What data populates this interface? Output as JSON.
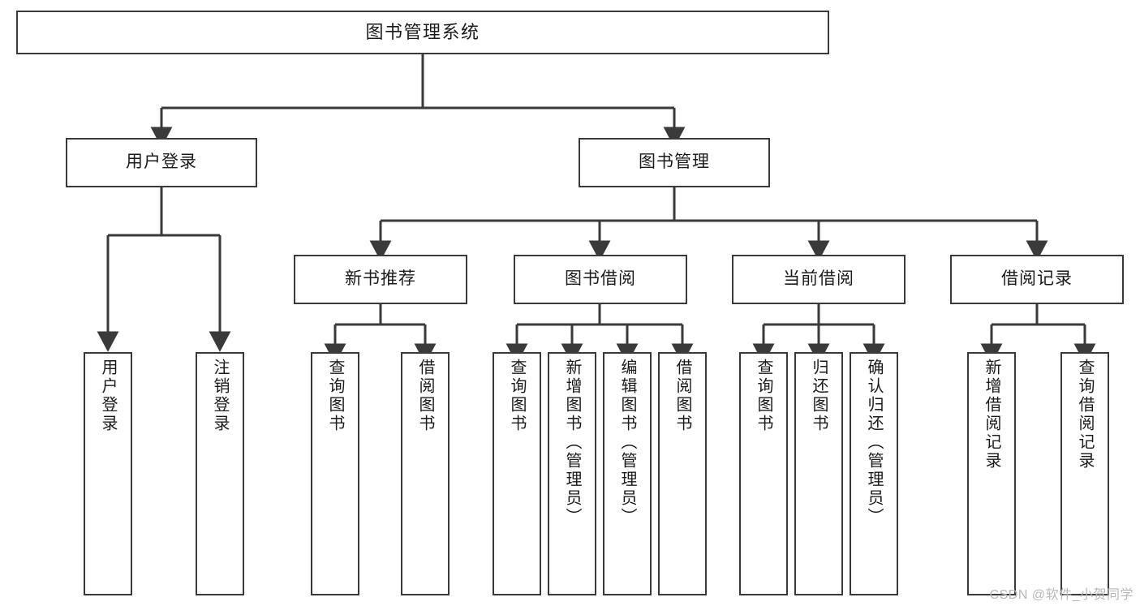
{
  "diagram": {
    "type": "tree",
    "title": "图书管理系统",
    "style": {
      "box_border_color": "#3a3a3a",
      "box_fill_color": "#ffffff",
      "connector_color": "#3a3a3a",
      "background": "#ffffff",
      "text_color": "#1b1b1b"
    },
    "root": {
      "label": "图书管理系统"
    },
    "level2": [
      {
        "label": "用户登录"
      },
      {
        "label": "图书管理"
      }
    ],
    "level3": [
      {
        "label": "新书推荐"
      },
      {
        "label": "图书借阅"
      },
      {
        "label": "当前借阅"
      },
      {
        "label": "借阅记录"
      }
    ],
    "leaves": {
      "user_login": [
        {
          "label": "用户登录"
        },
        {
          "label": "注销登录"
        }
      ],
      "new_book_recommend": [
        {
          "label": "查询图书"
        },
        {
          "label": "借阅图书"
        }
      ],
      "book_borrow": [
        {
          "label": "查询图书"
        },
        {
          "label": "新增图书（管理员）"
        },
        {
          "label": "编辑图书（管理员）"
        },
        {
          "label": "借阅图书"
        }
      ],
      "current_borrow": [
        {
          "label": "查询图书"
        },
        {
          "label": "归还图书"
        },
        {
          "label": "确认归还（管理员）"
        }
      ],
      "borrow_record": [
        {
          "label": "新增借阅记录"
        },
        {
          "label": "查询借阅记录"
        }
      ]
    }
  },
  "watermark": {
    "text": "CSDN @软件_小贺同学"
  }
}
